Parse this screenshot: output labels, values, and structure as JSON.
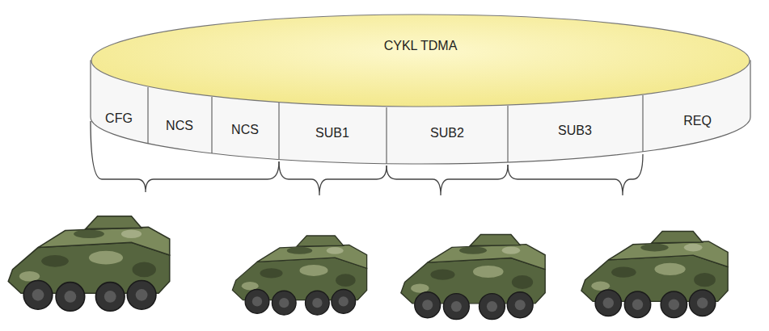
{
  "diagram": {
    "nodes": [
      {
        "text": [
          "CYKL TDMA"
        ]
      },
      {
        "text": [
          "CFG"
        ]
      },
      {
        "text": [
          "NCS"
        ]
      },
      {
        "text": [
          "NCS"
        ]
      },
      {
        "text": [
          "SUB1"
        ]
      },
      {
        "text": [
          "SUB2"
        ]
      },
      {
        "text": [
          "SUB3"
        ]
      },
      {
        "text": [
          "REQ"
        ]
      }
    ]
  }
}
